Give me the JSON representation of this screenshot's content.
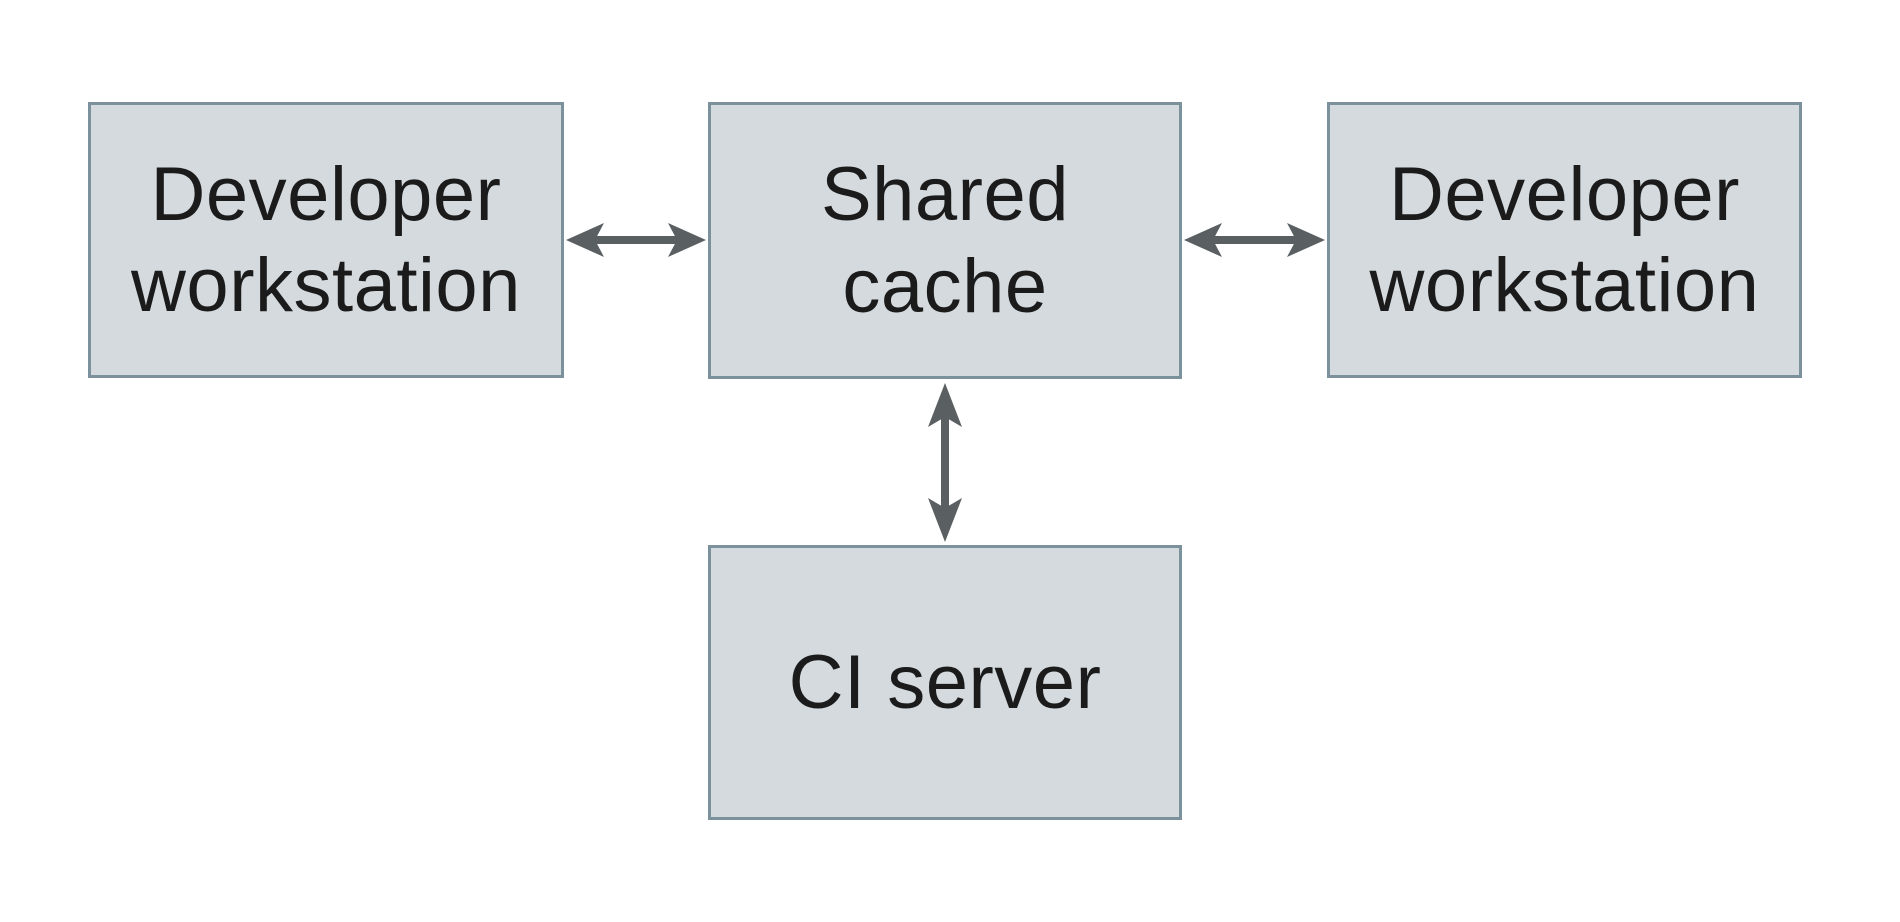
{
  "diagram": {
    "description": "Shared cache topology diagram",
    "colors": {
      "background": "#ffffff",
      "node_fill": "#d4dadd",
      "node_border": "#7b929c",
      "arrow": "#5a5f62",
      "text": "#1b1b1b"
    },
    "nodes": [
      {
        "id": "developer-workstation-left",
        "label": "Developer\nworkstation"
      },
      {
        "id": "shared-cache",
        "label": "Shared\ncache"
      },
      {
        "id": "developer-workstation-right",
        "label": "Developer\nworkstation"
      },
      {
        "id": "ci-server",
        "label": "CI server"
      }
    ],
    "edges": [
      {
        "from": "developer-workstation-left",
        "to": "shared-cache",
        "type": "bidirectional",
        "direction": "horizontal"
      },
      {
        "from": "shared-cache",
        "to": "developer-workstation-right",
        "type": "bidirectional",
        "direction": "horizontal"
      },
      {
        "from": "shared-cache",
        "to": "ci-server",
        "type": "bidirectional",
        "direction": "vertical"
      }
    ]
  }
}
